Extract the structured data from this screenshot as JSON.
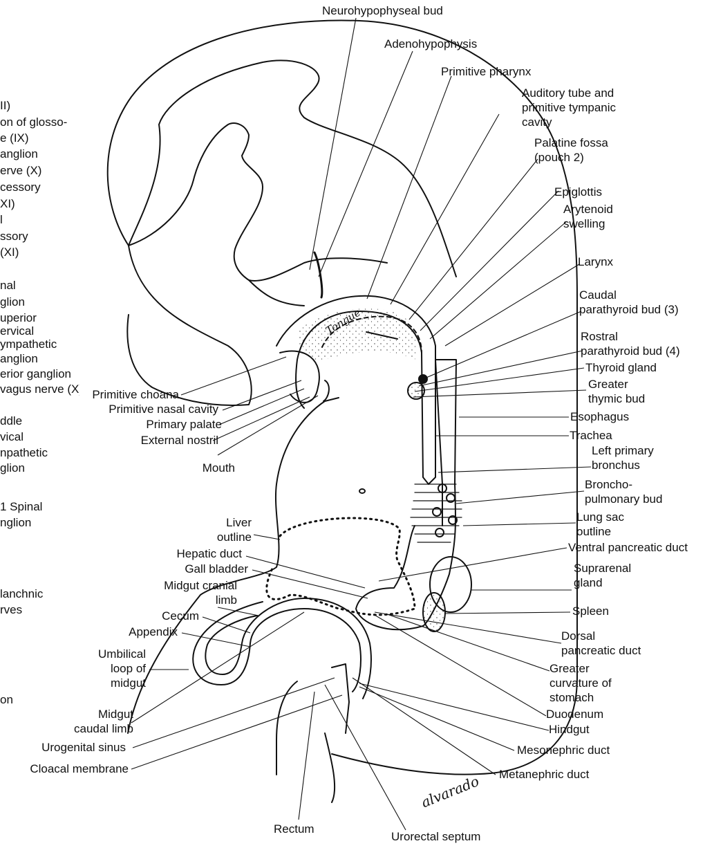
{
  "labels": {
    "neurohypophyseal_bud": "Neurohypophyseal bud",
    "adenohypophysis": "Adenohypophysis",
    "primitive_pharynx": "Primitive pharynx",
    "auditory_tube": "Auditory tube and\nprimitive tympanic\ncavity",
    "palatine_fossa": "Palatine fossa\n(pouch 2)",
    "epiglottis": "Epiglottis",
    "arytenoid": "Arytenoid\nswelling",
    "larynx": "Larynx",
    "caudal_parathyroid": "Caudal\nparathyroid bud (3)",
    "rostral_parathyroid": "Rostral\nparathyroid bud (4)",
    "thyroid_gland": "Thyroid gland",
    "greater_thymic_bud": "Greater\nthymic bud",
    "esophagus": "Esophagus",
    "trachea": "Trachea",
    "left_primary_bronchus": "Left primary\nbronchus",
    "bronchopulmonary_bud": "Broncho-\npulmonary bud",
    "lung_sac": "Lung sac\noutline",
    "ventral_pancreatic_duct": "Ventral pancreatic duct",
    "suprarenal_gland": "Suprarenal\ngland",
    "spleen": "Spleen",
    "dorsal_pancreatic_duct": "Dorsal\npancreatic duct",
    "greater_curvature": "Greater\ncurvature of\nstomach",
    "duodenum": "Duodenum",
    "hindgut": "Hindgut",
    "mesonephric_duct": "Mesonephric duct",
    "metanephric_duct": "Metanephric duct",
    "urorectal_septum": "Urorectal septum",
    "rectum": "Rectum",
    "cloacal_membrane": "Cloacal membrane",
    "urogenital_sinus": "Urogenital sinus",
    "midgut_caudal_limb": "Midgut\ncaudal limb",
    "umbilical_loop": "Umbilical\nloop of\nmidgut",
    "appendix": "Appendix",
    "cecum": "Cecum",
    "midgut_cranial_limb": "Midgut cranial\nlimb",
    "gall_bladder": "Gall bladder",
    "hepatic_duct": "Hepatic duct",
    "liver_outline": "Liver\noutline",
    "mouth": "Mouth",
    "external_nostril": "External nostril",
    "primary_palate": "Primary palate",
    "primitive_nasal_cavity": "Primitive nasal cavity",
    "primitive_choana": "Primitive choana",
    "tongue": "Tongue",
    "signature": "alvarado"
  },
  "left_fragments": {
    "f1": "II)",
    "f2": "on of glosso-",
    "f3": "e (IX)",
    "f4": "anglion",
    "f5": "erve (X)",
    "f6": "cessory",
    "f7": "XI)",
    "f8": "l",
    "f9": "ssory",
    "f10": "(XI)",
    "f11": "nal",
    "f12": "glion",
    "f13": "uperior",
    "f14": "ervical",
    "f15": "ympathetic",
    "f16": "anglion",
    "f17": "erior ganglion",
    "f18": "vagus nerve (X)",
    "f19": "ddle",
    "f20": "vical",
    "f21": "npathetic",
    "f22": "glion",
    "f23": "1 Spinal",
    "f24": "nglion",
    "f25": "lanchnic",
    "f26": "rves",
    "f27": "on"
  },
  "colors": {
    "ink": "#111111",
    "background": "#ffffff"
  }
}
